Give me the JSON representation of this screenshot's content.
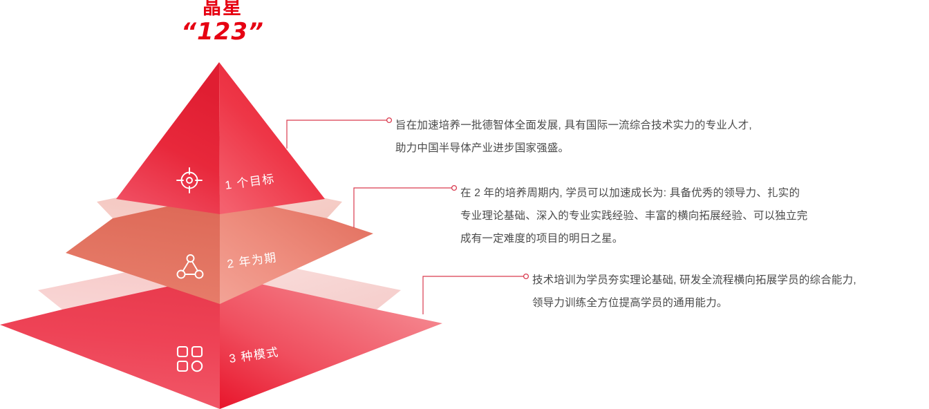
{
  "title": {
    "main": "晶星",
    "sub": "“123”",
    "color": "#E60012"
  },
  "pyramid": {
    "tiers": [
      {
        "id": "tier-1",
        "label": "1 个目标",
        "icon": "target-icon",
        "colors": {
          "left_face": "#E8283B",
          "right_face": "#F0414E"
        }
      },
      {
        "id": "tier-2",
        "label": "2 年为期",
        "icon": "network-node-icon",
        "colors": {
          "left_face": "#E2705F",
          "right_face": "#EE8A7C",
          "top_face": "#F6CFC9"
        }
      },
      {
        "id": "tier-3",
        "label": "3 种模式",
        "icon": "grid-modes-icon",
        "colors": {
          "left_face": "#EE4356",
          "right_face": "#F2606E",
          "top_face": "#F8D3D3"
        }
      }
    ]
  },
  "callouts": [
    {
      "id": "callout-1",
      "for_tier": "tier-1",
      "lines": [
        "旨在加速培养一批德智体全面发展, 具有国际一流综合技术实力的专业人才,",
        "助力中国半导体产业进步国家强盛。"
      ],
      "marker": "circle-marker",
      "line_color": "#D93A4E"
    },
    {
      "id": "callout-2",
      "for_tier": "tier-2",
      "lines": [
        "在 2 年的培养周期内, 学员可以加速成长为: 具备优秀的领导力、扎实的",
        "专业理论基础、深入的专业实践经验、丰富的横向拓展经验、可以独立完",
        "成有一定难度的项目的明日之星。"
      ],
      "marker": "circle-marker",
      "line_color": "#D93A4E"
    },
    {
      "id": "callout-3",
      "for_tier": "tier-3",
      "lines": [
        "技术培训为学员夯实理论基础, 研发全流程横向拓展学员的综合能力,",
        "领导力训练全方位提高学员的通用能力。"
      ],
      "marker": "circle-marker",
      "line_color": "#D93A4E"
    }
  ]
}
